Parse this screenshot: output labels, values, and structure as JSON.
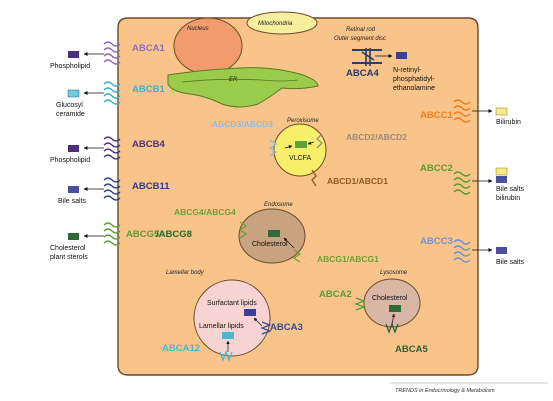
{
  "colors": {
    "cell_fill": "#f8c48a",
    "cell_stroke": "#6b4a2b",
    "abca1": "#8e6bbf",
    "abcb1": "#3ab0c8",
    "abcb4": "#4a2f7a",
    "abcb11": "#2c3a87",
    "abcg5": "#5f9a33",
    "abcg8": "#1f6b2e",
    "abcc1": "#f07f1a",
    "abcc2": "#5b9b2a",
    "abcc3": "#6d94cf",
    "abca4": "#223a6b",
    "abcd_light": "#8fbbe0",
    "abcd_brown": "#8a5a1f",
    "abcg_green": "#6e9f33",
    "abca12": "#47b9cf",
    "abca3": "#3a4b8a",
    "abca5": "#2f5f3a"
  },
  "organelles": {
    "nucleus": "Nucleus",
    "mitochondria": "Mitochondria",
    "er": "ER",
    "retinal_rod_line1": "Retinal rod",
    "retinal_rod_line2": "Outer segment disc",
    "peroxisome": "Peroxisome",
    "endosome": "Endosome",
    "lamellar_body": "Lamellar body",
    "lysosome": "Lysosome"
  },
  "transporters": {
    "abca1": "ABCA1",
    "abcb1": "ABCB1",
    "abcb4": "ABCB4",
    "abcb11": "ABCB11",
    "abcg5": "ABCG5",
    "abcg8": "/ABCG8",
    "abca4": "ABCA4",
    "abcc1": "ABCC1",
    "abcc2": "ABCC2",
    "abcc3": "ABCC3",
    "abcd3": "ABCD3/ABCD3",
    "abcd2": "ABCD2/ABCD2",
    "abcd1": "ABCD1/ABCD1",
    "abcg4": "ABCG4/ABCG4",
    "abcg1": "ABCG1/ABCG1",
    "abca2": "ABCA2",
    "abca12": "ABCA12",
    "abca3": "ABCA3",
    "abca5": "ABCA5"
  },
  "substrates": {
    "phospholipid_1": "Phospholipid",
    "glucosyl_1": "Glucosyl",
    "glucosyl_2": "ceramide",
    "phospholipid_2": "Phospholipid",
    "bile_salts_left": "Bile salts",
    "cholesterol_1": "Cholesterol",
    "cholesterol_2": "plant sterols",
    "retinyl_1": "N-retinyl-",
    "retinyl_2": "phosphatidyl-",
    "retinyl_3": "ethanolamine",
    "bilirubin": "Bilirubin",
    "bile_salts_c2_1": "Bile salts",
    "bile_salts_c2_2": "bilirubin",
    "bile_salts_right": "Bile salts",
    "vlcfa": "VLCFA",
    "endo_cholesterol": "Cholesterol",
    "surfactant": "Surfactant lipids",
    "lamellar": "Lamellar lipids",
    "lyso_cholesterol": "Cholesterol"
  },
  "footer": "TRENDS in Endocrinology & Metabolism"
}
